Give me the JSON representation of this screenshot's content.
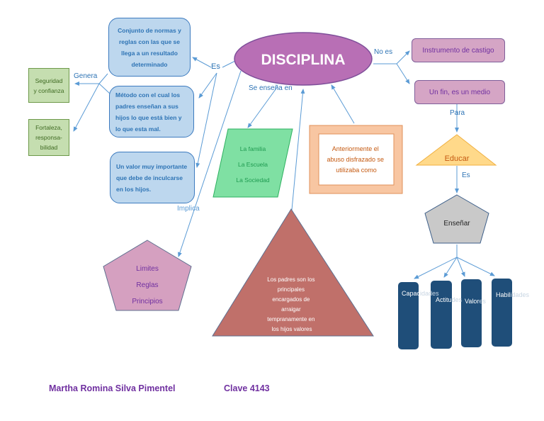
{
  "central": {
    "title": "DISCIPLINA"
  },
  "connectors": {
    "es_left": "Es",
    "genera": "Genera",
    "implica": "Implica",
    "se_ensena_en": "Se enseña en",
    "no_es": "No es",
    "para": "Para",
    "es_right": "Es"
  },
  "definitions": [
    {
      "text": "Conjunto de normas y reglas con las que se llega a un resultado determinado"
    },
    {
      "text": "Método con el cual los padres enseñan a sus hijos lo que está bien y lo que esta mal."
    },
    {
      "text": "Un valor muy importante que debe de inculcarse en los hijos."
    }
  ],
  "benefits": [
    {
      "text": "Seguridad y confianza"
    },
    {
      "text": "Fortaleza, responsa-bilidad"
    }
  ],
  "implies": {
    "items": [
      "Limites",
      "Reglas",
      "Principios"
    ]
  },
  "taught_in": {
    "items": [
      "La familia",
      "La Escuela",
      "La Sociedad"
    ]
  },
  "previously": {
    "text": "Anteriormente el abuso disfrazado se utilizaba como"
  },
  "parents": {
    "text": "Los padres son los principales encargados de arraigar tempranamente en los hijos valores como"
  },
  "not_is": [
    {
      "text": "Instrumento de castigo"
    },
    {
      "text": "Un fin, es un medio"
    }
  ],
  "educar": {
    "text": "Educar"
  },
  "ensenar": {
    "text": "Enseñar"
  },
  "outcomes": [
    {
      "visible": "Capac",
      "faded": "idades"
    },
    {
      "visible": "Actitu",
      "faded": "des"
    },
    {
      "visible": "Valor",
      "faded": "es"
    },
    {
      "visible": "Habil",
      "faded": "idades"
    }
  ],
  "footer": {
    "author": "Martha Romina Silva Pimentel",
    "clave": "Clave 4143"
  },
  "colors": {
    "central_fill": "#b86fb5",
    "blue_box": "#bdd7ee",
    "green_box": "#c5deb0",
    "parallelogram": "#7fe0a3",
    "orange_frame": "#f8c6a2",
    "triangle_parents": "#c0706a",
    "pentagon_implies": "#d5a0c0",
    "educar_triangle": "#ffd98a",
    "ensenar_pentagon": "#c9c9c9",
    "bars": "#1f4e79",
    "footer_text": "#7030a0",
    "connector": "#5b9bd5"
  }
}
